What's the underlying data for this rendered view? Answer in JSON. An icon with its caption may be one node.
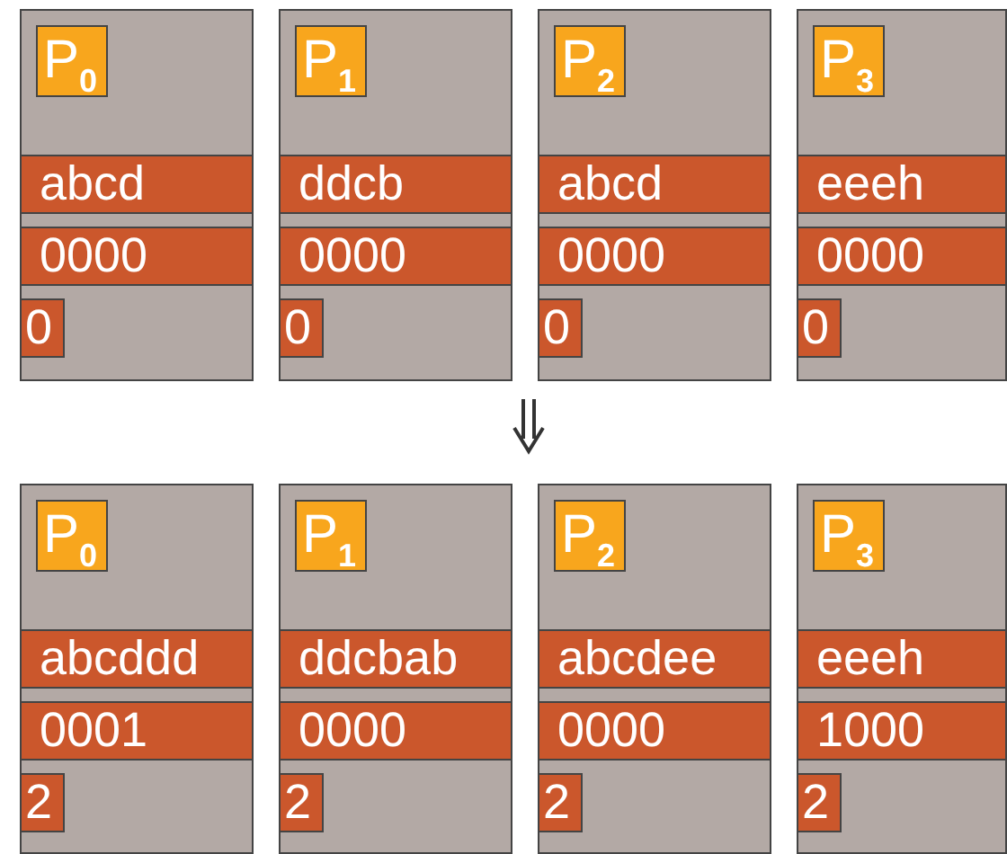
{
  "diagram": {
    "nodes": [
      {
        "text": [],
        "shape": "box"
      },
      {
        "text": [
          "P$_{0}$"
        ],
        "in": 0
      },
      {
        "text": [
          "abcd"
        ],
        "in": 0
      },
      {
        "text": [
          "0000"
        ],
        "in": 0
      },
      {
        "text": [
          "0"
        ],
        "in": 0
      },
      {
        "text": [],
        "shape": "box"
      },
      {
        "text": [
          "P$_{1}$"
        ],
        "in": 5
      },
      {
        "text": [
          "ddcb"
        ],
        "in": 5
      },
      {
        "text": [
          "0000"
        ],
        "in": 5
      },
      {
        "text": [
          "0"
        ],
        "in": 5
      },
      {
        "text": [],
        "shape": "box"
      },
      {
        "text": [
          "P$_{2}$"
        ],
        "in": 10
      },
      {
        "text": [
          "abcd"
        ],
        "in": 10
      },
      {
        "text": [
          "0000"
        ],
        "in": 10
      },
      {
        "text": [
          "0"
        ],
        "in": 10
      },
      {
        "text": [],
        "shape": "box"
      },
      {
        "text": [
          "P$_{3}$"
        ],
        "in": 15
      },
      {
        "text": [
          "eeeh"
        ],
        "in": 15
      },
      {
        "text": [
          "0000"
        ],
        "in": 15
      },
      {
        "text": [
          "0"
        ],
        "in": 15
      },
      {
        "text": [],
        "shape": "box"
      },
      {
        "text": [
          "P$_{0}$"
        ],
        "in": 20
      },
      {
        "text": [
          "abcddd"
        ],
        "in": 20
      },
      {
        "text": [
          "0001"
        ],
        "in": 20
      },
      {
        "text": [
          "2"
        ],
        "in": 20
      },
      {
        "text": [],
        "shape": "box"
      },
      {
        "text": [
          "P$_{1}$"
        ],
        "in": 25
      },
      {
        "text": [
          "ddcbab"
        ],
        "in": 25
      },
      {
        "text": [
          "0000"
        ],
        "in": 25
      },
      {
        "text": [
          "2"
        ],
        "in": 25
      },
      {
        "text": [],
        "shape": "box"
      },
      {
        "text": [
          "P$_{2}$"
        ],
        "in": 30
      },
      {
        "text": [
          "abcdee"
        ],
        "in": 30
      },
      {
        "text": [
          "0000"
        ],
        "in": 30
      },
      {
        "text": [
          "2"
        ],
        "in": 30
      },
      {
        "text": [],
        "shape": "box"
      },
      {
        "text": [
          "P$_{3}$"
        ],
        "in": 35
      },
      {
        "text": [
          "eeeh"
        ],
        "in": 35
      },
      {
        "text": [
          "1000"
        ],
        "in": 35
      },
      {
        "text": [
          "2"
        ],
        "in": 35
      }
    ]
  }
}
